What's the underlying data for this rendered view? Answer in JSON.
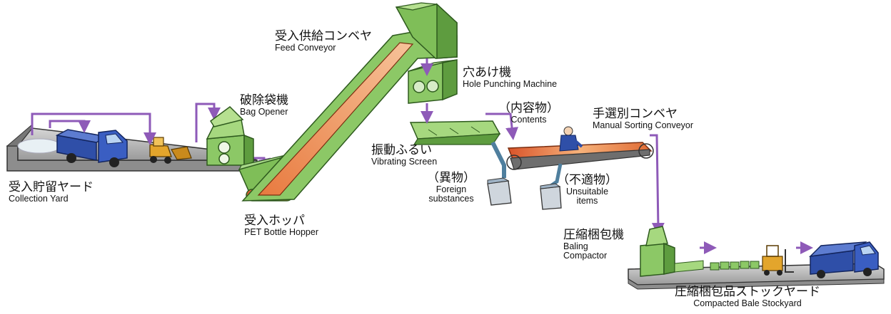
{
  "labels": {
    "collection_yard": {
      "jp": "受入貯留ヤード",
      "en": "Collection Yard"
    },
    "bag_opener": {
      "jp": "破除袋機",
      "en": "Bag Opener"
    },
    "feed_conveyor": {
      "jp": "受入供給コンベヤ",
      "en": "Feed Conveyor"
    },
    "hopper": {
      "jp": "受入ホッパ",
      "en": "PET Bottle Hopper"
    },
    "hole_punching": {
      "jp": "穴あけ機",
      "en": "Hole Punching Machine"
    },
    "contents": {
      "jp": "（内容物）",
      "en": "Contents"
    },
    "vibrating_screen": {
      "jp": "振動ふるい",
      "en": "Vibrating Screen"
    },
    "foreign": {
      "jp": "（異物）",
      "en1": "Foreign",
      "en2": "substances"
    },
    "manual_sorting": {
      "jp": "手選別コンベヤ",
      "en": "Manual Sorting Conveyor"
    },
    "unsuitable": {
      "jp": "（不適物）",
      "en1": "Unsuitable",
      "en2": "items"
    },
    "baling": {
      "jp": "圧縮梱包機",
      "en1": "Baling",
      "en2": "Compactor"
    },
    "bale_stockyard": {
      "jp": "圧縮梱包品ストックヤード",
      "en": "Compacted Bale Stockyard"
    }
  },
  "colors": {
    "flow_arrow": "#8e5ab8",
    "machine_green": "#8cc866",
    "machine_dark": "#3f7d2c",
    "belt_orange": "#e8783a",
    "truck_blue": "#2f4fa8",
    "floor_gray": "#b9b9b9",
    "loader_yellow": "#e3a52c"
  }
}
